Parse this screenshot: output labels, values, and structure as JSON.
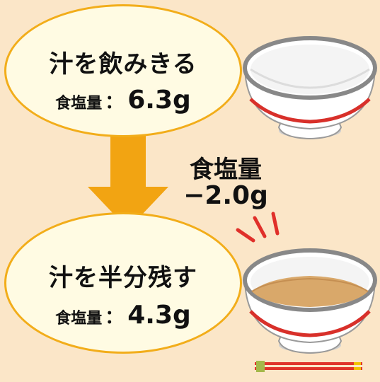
{
  "top_case": {
    "title": "汁を飲みきる",
    "salt_label": "食塩量",
    "colon": "：",
    "salt_value": "6.3g"
  },
  "bottom_case": {
    "title": "汁を半分残す",
    "salt_label": "食塩量",
    "colon": "：",
    "salt_value": "4.3g"
  },
  "reduction": {
    "label": "食塩量",
    "value": "−2.0g"
  },
  "colors": {
    "background": "#fbe6c8",
    "ellipse_fill": "#fffbe3",
    "ellipse_border": "#f2ad1a",
    "arrow": "#f2a412",
    "bowl_rim_red": "#d8302a",
    "soup": "#d9a86a",
    "chopsticks": "#e0342a"
  },
  "icons": [
    "bowl-empty-icon",
    "bowl-with-soup-icon",
    "arrow-down-icon",
    "emphasis-marks-icon",
    "chopsticks-icon"
  ]
}
